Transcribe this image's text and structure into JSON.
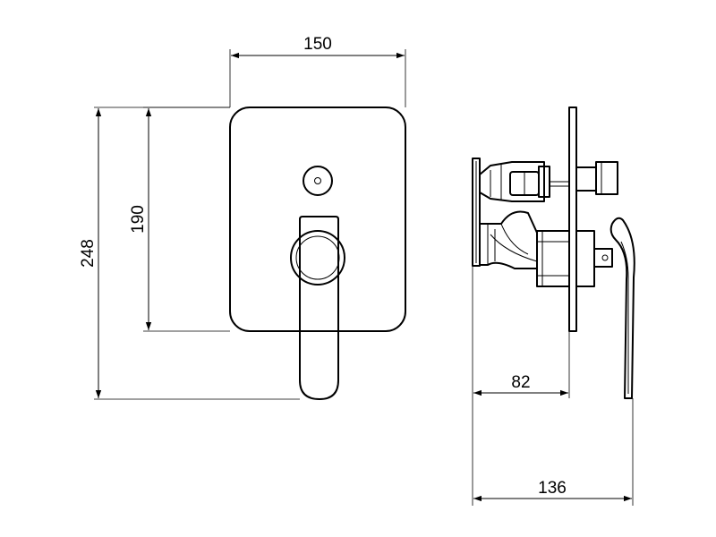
{
  "dimensions": {
    "width_label": "150",
    "plate_height_label": "190",
    "total_height_label": "248",
    "depth_label": "82",
    "total_depth_label": "136"
  },
  "colors": {
    "line": "#000000",
    "background": "#ffffff"
  }
}
